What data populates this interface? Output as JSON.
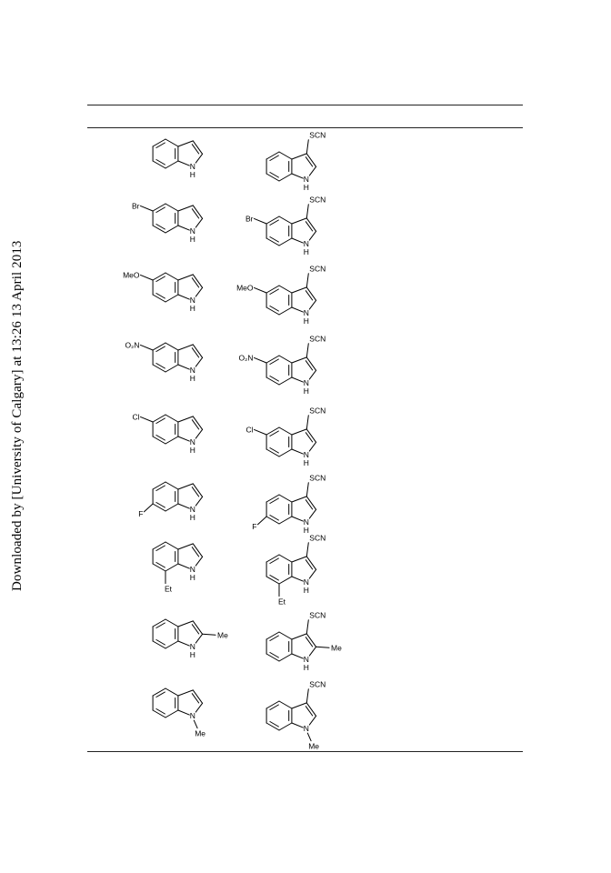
{
  "side_note": "Downloaded by [University of Calgary] at 13:26 13 April 2013",
  "rows": [
    {
      "start": {
        "sub": "",
        "pos": ""
      },
      "product": {
        "sub": "",
        "pos": ""
      }
    },
    {
      "start": {
        "sub": "Br",
        "pos": "5"
      },
      "product": {
        "sub": "Br",
        "pos": "5"
      }
    },
    {
      "start": {
        "sub": "MeO",
        "pos": "5"
      },
      "product": {
        "sub": "MeO",
        "pos": "5"
      }
    },
    {
      "start": {
        "sub": "O₂N",
        "pos": "5"
      },
      "product": {
        "sub": "O₂N",
        "pos": "5"
      }
    },
    {
      "start": {
        "sub": "Cl",
        "pos": "5"
      },
      "product": {
        "sub": "Cl",
        "pos": "5"
      }
    },
    {
      "start": {
        "sub": "F",
        "pos": "6"
      },
      "product": {
        "sub": "F",
        "pos": "6"
      }
    },
    {
      "start": {
        "sub": "Et",
        "pos": "7"
      },
      "product": {
        "sub": "Et",
        "pos": "7"
      }
    },
    {
      "start": {
        "sub": "Me",
        "pos": "2"
      },
      "product": {
        "sub": "Me",
        "pos": "2"
      }
    },
    {
      "start": {
        "sub": "Me",
        "pos": "1"
      },
      "product": {
        "sub": "Me",
        "pos": "1"
      }
    }
  ],
  "labels": {
    "nh": "H",
    "nh_n": "N",
    "scn": "SCN"
  }
}
